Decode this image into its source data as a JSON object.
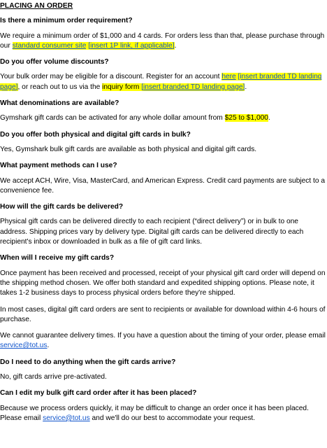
{
  "title": "PLACING AN ORDER",
  "faq": [
    {
      "q": "Is there a minimum order requirement?",
      "a_before": "We require a minimum order of $1,000 and 4 cards. For orders less than that, please purchase through our ",
      "a_link": "standard consumer site",
      "a_space": " ",
      "a_note": "[insert 1P link, if applicable]",
      "a_after": "."
    },
    {
      "q": "Do you offer volume discounts?",
      "a_before": "Your bulk order may be eligible for a discount. Register for an account ",
      "a_link1": "here",
      "a_space1": " ",
      "a_note1": "[insert branded TD landing page]",
      "a_mid": ", or reach out to us via the ",
      "a_hl": "inquiry form",
      "a_space2": " ",
      "a_note2": "[insert branded TD landing page]",
      "a_after": "."
    },
    {
      "q": "What denominations are available?",
      "a_before": "Gymshark gift cards can be activated for any whole dollar amount from ",
      "a_hl": "$25 to $1,000",
      "a_after": "."
    },
    {
      "q": "Do you offer both physical and digital gift cards in bulk?",
      "a": "Yes, Gymshark bulk gift cards are available as both physical and digital gift cards."
    },
    {
      "q": "What payment methods can I use?",
      "a": "We accept ACH, Wire, Visa, MasterCard, and American Express. Credit card payments are subject to a convenience fee."
    },
    {
      "q": "How will the gift cards be delivered?",
      "a": "Physical gift cards can be delivered directly to each recipient (“direct delivery”) or in bulk to one address. Shipping prices vary by delivery type. Digital gift cards can be delivered directly to each recipient's inbox or downloaded in bulk as a file of gift card links."
    },
    {
      "q": "When will I receive my gift cards?",
      "a1": "Once payment has been received and processed, receipt of your physical gift card order will depend on the shipping method chosen. We offer both standard and expedited shipping options. Please note, it takes 1-2 business days to process physical orders before they're shipped.",
      "a2": "In most cases, digital gift card orders are sent to recipients or available for download within 4-6 hours of purchase.",
      "a3_before": "We cannot guarantee delivery times. If you have a question about the timing of your order, please email ",
      "a3_link": "service@tot.us",
      "a3_after": "."
    },
    {
      "q": "Do I need to do anything when the gift cards arrive?",
      "a": "No, gift cards arrive pre-activated."
    },
    {
      "q": "Can I edit my bulk gift card order after it has been placed?",
      "a_before": "Because we process orders quickly, it may be difficult to change an order once it has been placed. Please email ",
      "a_link": "service@tot.us",
      "a_after": " and we'll do our best to accommodate your request."
    }
  ],
  "colors": {
    "highlight": "#ffff00",
    "link": "#1155cc",
    "text": "#000000"
  }
}
